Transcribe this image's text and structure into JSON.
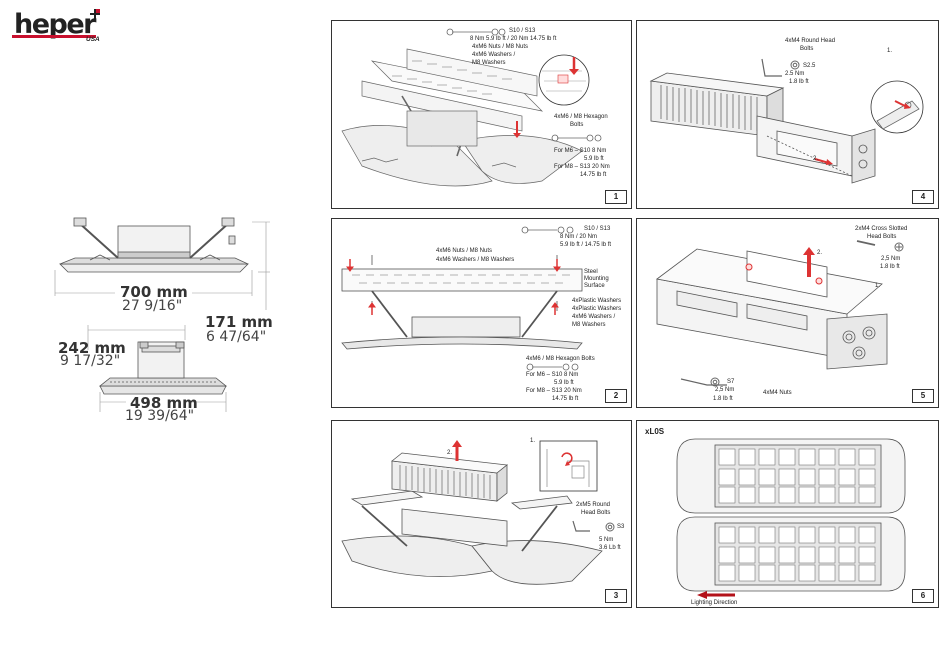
{
  "brand": {
    "name": "heper",
    "suffix": "USA",
    "accent": "#c8102e"
  },
  "dimensions": {
    "length_mm": "700 mm",
    "length_in": "27 9/16\"",
    "height_mm": "171 mm",
    "height_in": "6 47/64\"",
    "depth_mm": "242 mm",
    "depth_in": "9 17/32\"",
    "width_mm": "498 mm",
    "width_in": "19 39/64\""
  },
  "panels": {
    "p1": {
      "number": "1",
      "torque": "S10 / S13",
      "torque_values": "8 Nm 5.9 lb ft / 20 Nm 14.75 lb ft",
      "nuts": "4xM6 Nuts / M8 Nuts",
      "washers1": "4xM6 Washers /",
      "washers2": "M8 Washers",
      "hex1": "4xM6 / M8 Hexagon",
      "hex2": "Bolts",
      "m6": "For M6 – S10 8 Nm",
      "m6lb": "5.9 lb ft",
      "m8": "For M8 – S13 20 Nm",
      "m8lb": "14.75 lb ft"
    },
    "p2": {
      "number": "2",
      "torque": "S10 / S13",
      "torque_nm": "8 Nm / 20 Nm",
      "torque_lb": "5.9 lb ft / 14.75 lb ft",
      "nuts": "4xM6 Nuts / M8 Nuts",
      "washers": "4xM6 Washers / M8 Washers",
      "steel1": "Steel",
      "steel2": "Mounting",
      "steel3": "Surface",
      "plastic1": "4xPlastic Washers",
      "plastic2": "4xPlastic Washers",
      "m6washers": "4xM6 Washers /",
      "m8washers": "M8 Washers",
      "hex": "4xM6 / M8 Hexagon Bolts",
      "m6": "For M6 – S10 8 Nm",
      "m6lb": "5.9 lb ft",
      "m8": "For M8 – S13 20 Nm",
      "m8lb": "14.75 lb ft"
    },
    "p3": {
      "number": "3",
      "step1": "1.",
      "step2": "2.",
      "bolts1": "2xM5 Round",
      "bolts2": "Head Bolts",
      "tool": "S3",
      "nm": "5 Nm",
      "lb": "3.6 Lb ft"
    },
    "p4": {
      "number": "4",
      "bolts1": "4xM4 Round Head",
      "bolts2": "Bolts",
      "tool": "S2.5",
      "nm": "2.5 Nm",
      "lb": "1.8 lb ft",
      "step1": "1.",
      "step2": "2."
    },
    "p5": {
      "number": "5",
      "bolts1": "2xM4 Cross Slotted",
      "bolts2": "Head Bolts",
      "nm": "2,5 Nm",
      "lb": "1.8 lb ft",
      "step1": "1.",
      "step2": "2.",
      "tool": "S7",
      "tool_nm": "2,5 Nm",
      "tool_lb": "1.8 lb ft",
      "nuts": "4xM4 Nuts"
    },
    "p6": {
      "number": "6",
      "title": "xL0S",
      "direction": "Lighting Direction"
    }
  }
}
